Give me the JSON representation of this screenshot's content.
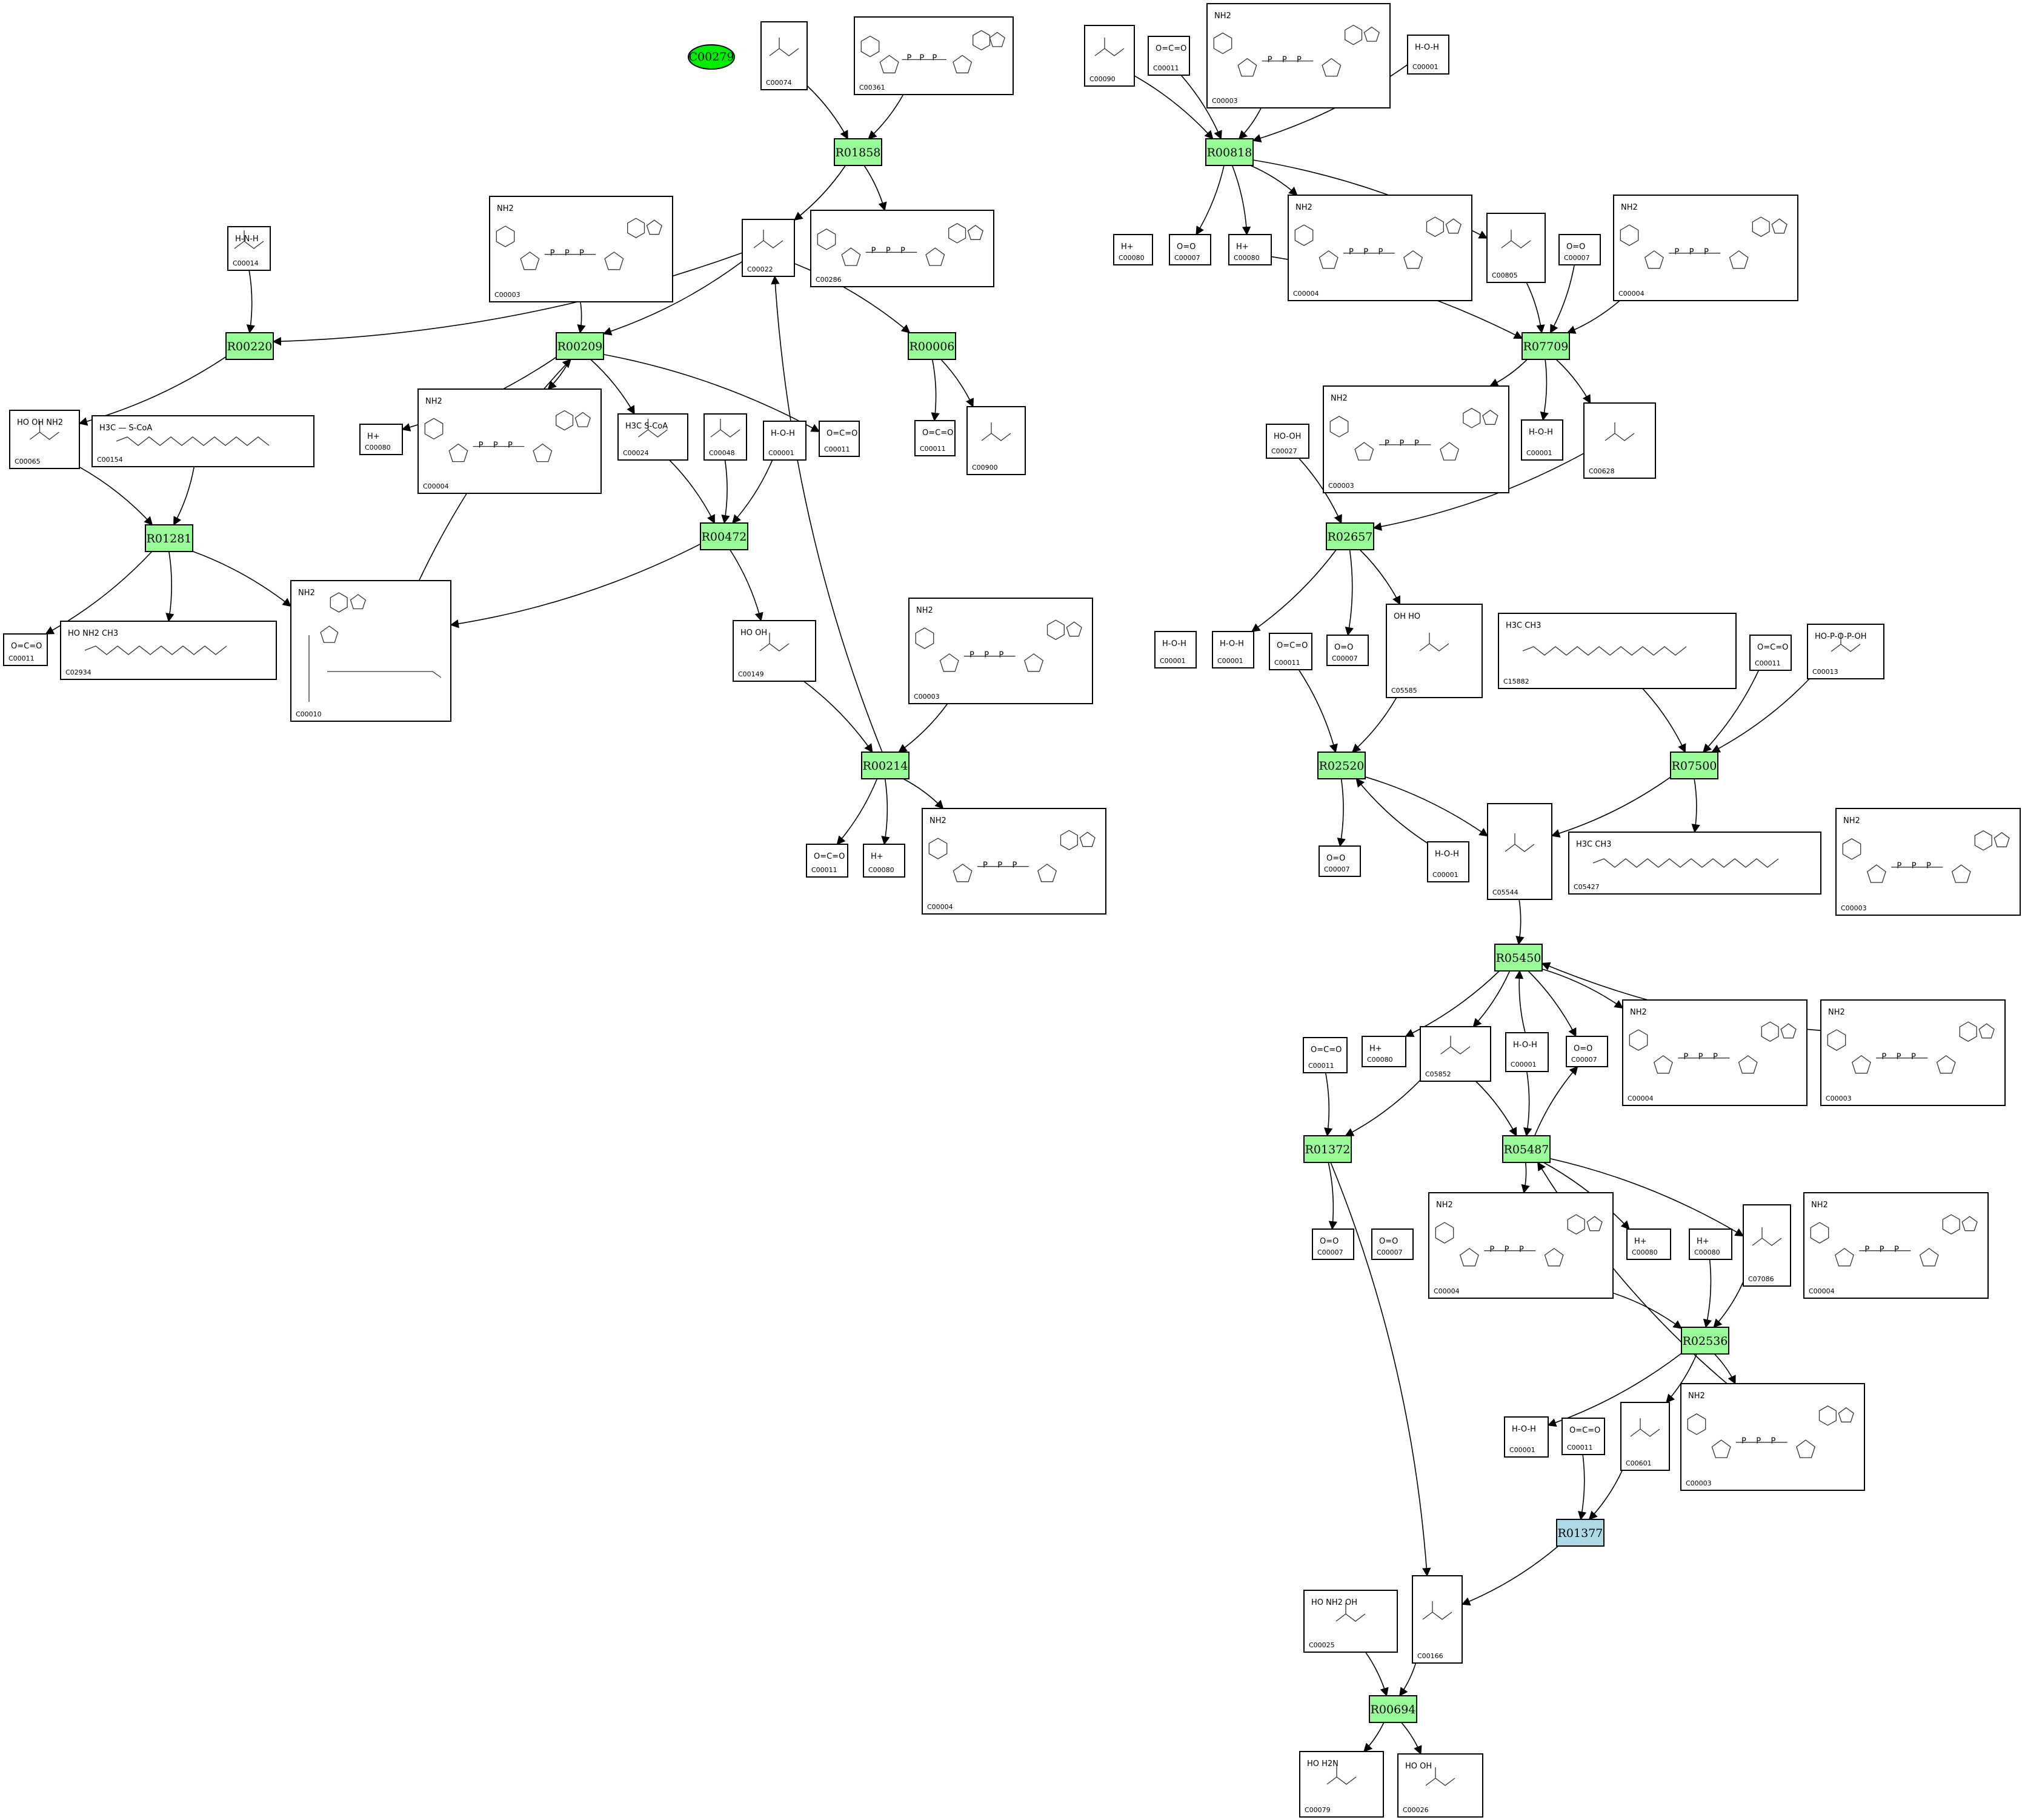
{
  "colors": {
    "reaction": "#98fb98",
    "reaction_highlight": "#add8e6",
    "start_compound": "#00ee00",
    "edge": "#000000"
  },
  "start_compound": {
    "id": "C00279"
  },
  "reactions": [
    {
      "id": "R01858",
      "color": "#98fb98"
    },
    {
      "id": "R00220",
      "color": "#98fb98"
    },
    {
      "id": "R00209",
      "color": "#98fb98"
    },
    {
      "id": "R00006",
      "color": "#98fb98"
    },
    {
      "id": "R01281",
      "color": "#98fb98"
    },
    {
      "id": "R00472",
      "color": "#98fb98"
    },
    {
      "id": "R00214",
      "color": "#98fb98"
    },
    {
      "id": "R00818",
      "color": "#98fb98"
    },
    {
      "id": "R07709",
      "color": "#98fb98"
    },
    {
      "id": "R02657",
      "color": "#98fb98"
    },
    {
      "id": "R02520",
      "color": "#98fb98"
    },
    {
      "id": "R07500",
      "color": "#98fb98"
    },
    {
      "id": "R05450",
      "color": "#98fb98"
    },
    {
      "id": "R01372",
      "color": "#98fb98"
    },
    {
      "id": "R05487",
      "color": "#98fb98"
    },
    {
      "id": "R02536",
      "color": "#98fb98"
    },
    {
      "id": "R01377",
      "color": "#add8e6"
    },
    {
      "id": "R00694",
      "color": "#98fb98"
    }
  ],
  "compounds": [
    {
      "id": "C00074",
      "formula": "",
      "kind": "small"
    },
    {
      "id": "C00361",
      "formula": "",
      "kind": "nucleotide"
    },
    {
      "id": "C00022",
      "formula": "",
      "kind": "small"
    },
    {
      "id": "C00286",
      "formula": "",
      "kind": "nucleotide"
    },
    {
      "id": "C00014",
      "formula": "H-N-H",
      "kind": "small"
    },
    {
      "id": "C00003",
      "formula": "NH2",
      "kind": "nad"
    },
    {
      "id": "C00065",
      "formula": "HO  OH  NH2",
      "kind": "small"
    },
    {
      "id": "C00154",
      "formula": "H3C — S-CoA",
      "kind": "chain"
    },
    {
      "id": "C00080",
      "formula": "H+",
      "kind": "tiny"
    },
    {
      "id": "C00004",
      "formula": "NH2",
      "kind": "nad"
    },
    {
      "id": "C00024",
      "formula": "H3C  S-CoA",
      "kind": "small"
    },
    {
      "id": "C00048",
      "formula": "",
      "kind": "small"
    },
    {
      "id": "C00001",
      "formula": "H-O-H",
      "kind": "tiny"
    },
    {
      "id": "C00011",
      "formula": "O=C=O",
      "kind": "tiny"
    },
    {
      "id": "C00900",
      "formula": "",
      "kind": "small"
    },
    {
      "id": "C02934",
      "formula": "HO  NH2  CH3",
      "kind": "chain"
    },
    {
      "id": "C00010",
      "formula": "NH2",
      "kind": "coa"
    },
    {
      "id": "C00149",
      "formula": "HO  OH",
      "kind": "small"
    },
    {
      "id": "C00090",
      "formula": "",
      "kind": "small"
    },
    {
      "id": "C00007",
      "formula": "O=O",
      "kind": "tiny"
    },
    {
      "id": "C00805",
      "formula": "",
      "kind": "small"
    },
    {
      "id": "C00027",
      "formula": "HO-OH",
      "kind": "tiny"
    },
    {
      "id": "C00628",
      "formula": "",
      "kind": "small"
    },
    {
      "id": "C05585",
      "formula": "OH  HO",
      "kind": "small"
    },
    {
      "id": "C15882",
      "formula": "H3C  CH3",
      "kind": "chain"
    },
    {
      "id": "C00013",
      "formula": "HO-P-O-P-OH",
      "kind": "small"
    },
    {
      "id": "C05544",
      "formula": "",
      "kind": "small"
    },
    {
      "id": "C05427",
      "formula": "H3C  CH3",
      "kind": "chain"
    },
    {
      "id": "C05852",
      "formula": "",
      "kind": "small"
    },
    {
      "id": "C07086",
      "formula": "",
      "kind": "small"
    },
    {
      "id": "C00601",
      "formula": "",
      "kind": "small"
    },
    {
      "id": "C00025",
      "formula": "HO  NH2  OH",
      "kind": "small"
    },
    {
      "id": "C00166",
      "formula": "",
      "kind": "small"
    },
    {
      "id": "C00079",
      "formula": "HO  H2N",
      "kind": "small"
    },
    {
      "id": "C00026",
      "formula": "HO  OH",
      "kind": "small"
    }
  ],
  "edges": [
    {
      "from": "C00074",
      "to": "R01858"
    },
    {
      "from": "C00361",
      "to": "R01858"
    },
    {
      "from": "R01858",
      "to": "C00022"
    },
    {
      "from": "R01858",
      "to": "C00286"
    },
    {
      "from": "C00014",
      "to": "R00220"
    },
    {
      "from": "C00022",
      "to": "R00220"
    },
    {
      "from": "R00220",
      "to": "C00065"
    },
    {
      "from": "C00003",
      "to": "R00209"
    },
    {
      "from": "C00022",
      "to": "R00209"
    },
    {
      "from": "C00010",
      "to": "R00209"
    },
    {
      "from": "R00209",
      "to": "C00080"
    },
    {
      "from": "R00209",
      "to": "C00004"
    },
    {
      "from": "R00209",
      "to": "C00024"
    },
    {
      "from": "R00209",
      "to": "C00011"
    },
    {
      "from": "C00022",
      "to": "R00006"
    },
    {
      "from": "R00006",
      "to": "C00011"
    },
    {
      "from": "R00006",
      "to": "C00900"
    },
    {
      "from": "C00065",
      "to": "R01281"
    },
    {
      "from": "C00154",
      "to": "R01281"
    },
    {
      "from": "R01281",
      "to": "C00011"
    },
    {
      "from": "R01281",
      "to": "C02934"
    },
    {
      "from": "R01281",
      "to": "C00010"
    },
    {
      "from": "C00024",
      "to": "R00472"
    },
    {
      "from": "C00048",
      "to": "R00472"
    },
    {
      "from": "C00001",
      "to": "R00472"
    },
    {
      "from": "R00472",
      "to": "C00010"
    },
    {
      "from": "R00472",
      "to": "C00149"
    },
    {
      "from": "C00149",
      "to": "R00214"
    },
    {
      "from": "C00003",
      "to": "R00214"
    },
    {
      "from": "R00214",
      "to": "C00022"
    },
    {
      "from": "R00214",
      "to": "C00011"
    },
    {
      "from": "R00214",
      "to": "C00080"
    },
    {
      "from": "R00214",
      "to": "C00004"
    },
    {
      "from": "C00090",
      "to": "R00818"
    },
    {
      "from": "C00011",
      "to": "R00818"
    },
    {
      "from": "C00003",
      "to": "R00818"
    },
    {
      "from": "C00001",
      "to": "R00818"
    },
    {
      "from": "R00818",
      "to": "C00080"
    },
    {
      "from": "R00818",
      "to": "C00007"
    },
    {
      "from": "R00818",
      "to": "C00004"
    },
    {
      "from": "R00818",
      "to": "C00805"
    },
    {
      "from": "C00080",
      "to": "R07709"
    },
    {
      "from": "C00805",
      "to": "R07709"
    },
    {
      "from": "C00007",
      "to": "R07709"
    },
    {
      "from": "C00004",
      "to": "R07709"
    },
    {
      "from": "R07709",
      "to": "C00003"
    },
    {
      "from": "R07709",
      "to": "C00001"
    },
    {
      "from": "R07709",
      "to": "C00628"
    },
    {
      "from": "C00027",
      "to": "R02657"
    },
    {
      "from": "C00628",
      "to": "R02657"
    },
    {
      "from": "R02657",
      "to": "C00001"
    },
    {
      "from": "R02657",
      "to": "C00007"
    },
    {
      "from": "R02657",
      "to": "C05585"
    },
    {
      "from": "C00001",
      "to": "R02520"
    },
    {
      "from": "C00011",
      "to": "R02520"
    },
    {
      "from": "C05585",
      "to": "R02520"
    },
    {
      "from": "R02520",
      "to": "C00007"
    },
    {
      "from": "R02520",
      "to": "C05544"
    },
    {
      "from": "C15882",
      "to": "R07500"
    },
    {
      "from": "C00011",
      "to": "R07500"
    },
    {
      "from": "C00013",
      "to": "R07500"
    },
    {
      "from": "R07500",
      "to": "C05544"
    },
    {
      "from": "R07500",
      "to": "C05427"
    },
    {
      "from": "C00001",
      "to": "R05450"
    },
    {
      "from": "C05544",
      "to": "R05450"
    },
    {
      "from": "C00003",
      "to": "R05450"
    },
    {
      "from": "R05450",
      "to": "C00080"
    },
    {
      "from": "R05450",
      "to": "C05852"
    },
    {
      "from": "R05450",
      "to": "C00007"
    },
    {
      "from": "R05450",
      "to": "C00004"
    },
    {
      "from": "C00011",
      "to": "R01372"
    },
    {
      "from": "C05852",
      "to": "R01372"
    },
    {
      "from": "R01372",
      "to": "C00007"
    },
    {
      "from": "R01372",
      "to": "C00166"
    },
    {
      "from": "C05852",
      "to": "R05487"
    },
    {
      "from": "C00001",
      "to": "R05487"
    },
    {
      "from": "C00003",
      "to": "R05487"
    },
    {
      "from": "R05487",
      "to": "C00007"
    },
    {
      "from": "R05487",
      "to": "C00004"
    },
    {
      "from": "R05487",
      "to": "C00080"
    },
    {
      "from": "R05487",
      "to": "C07086"
    },
    {
      "from": "C00080",
      "to": "R02536"
    },
    {
      "from": "C07086",
      "to": "R02536"
    },
    {
      "from": "C00004",
      "to": "R02536"
    },
    {
      "from": "R02536",
      "to": "C00001"
    },
    {
      "from": "R02536",
      "to": "C00601"
    },
    {
      "from": "R02536",
      "to": "C00003"
    },
    {
      "from": "C00011",
      "to": "R01377"
    },
    {
      "from": "C00601",
      "to": "R01377"
    },
    {
      "from": "R01377",
      "to": "C00166"
    },
    {
      "from": "C00025",
      "to": "R00694"
    },
    {
      "from": "C00166",
      "to": "R00694"
    },
    {
      "from": "R00694",
      "to": "C00079"
    },
    {
      "from": "R00694",
      "to": "C00026"
    }
  ]
}
